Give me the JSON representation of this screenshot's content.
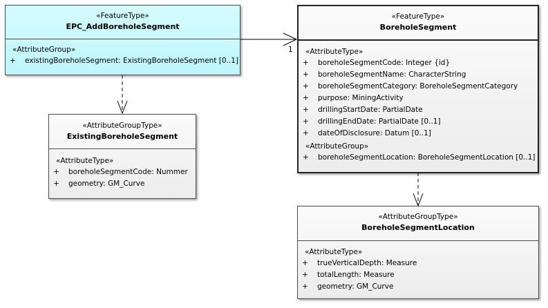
{
  "classes": {
    "epc": {
      "stereotype": "«FeatureType»",
      "name": "EPC_AddBoreholeSegment",
      "sections": [
        {
          "stereotype": "«AttributeGroup»",
          "attributes": [
            {
              "vis": "+",
              "text": "existingBoreholeSegment: ExistingBoreholeSegment [0..1]"
            }
          ]
        }
      ]
    },
    "existing": {
      "stereotype": "«AttributeGroupType»",
      "name": "ExistingBoreholeSegment",
      "sections": [
        {
          "stereotype": "«AttributeType»",
          "attributes": [
            {
              "vis": "+",
              "text": "boreholeSegmentCode: Nummer"
            },
            {
              "vis": "+",
              "text": "geometry: GM_Curve"
            }
          ]
        }
      ]
    },
    "borehole": {
      "stereotype": "«FeatureType»",
      "name": "BoreholeSegment",
      "sections": [
        {
          "stereotype": "«AttributeType»",
          "attributes": [
            {
              "vis": "+",
              "text": "boreholeSegmentCode: Integer {id}"
            },
            {
              "vis": "+",
              "text": "boreholeSegmentName: CharacterString"
            },
            {
              "vis": "+",
              "text": "boreholeSegmentCategory: BoreholeSegmentCategory"
            },
            {
              "vis": "+",
              "text": "purpose: MiningActivity"
            },
            {
              "vis": "+",
              "text": "drillingStartDate: PartialDate"
            },
            {
              "vis": "+",
              "text": "drillingEndDate: PartialDate [0..1]"
            },
            {
              "vis": "+",
              "text": "dateOfDisclosure: Datum [0..1]"
            }
          ]
        },
        {
          "stereotype": "«AttributeGroup»",
          "attributes": [
            {
              "vis": "+",
              "text": "boreholeSegmentLocation: BoreholeSegmentLocation [0..1]"
            }
          ]
        }
      ]
    },
    "location": {
      "stereotype": "«AttributeGroupType»",
      "name": "BoreholeSegmentLocation",
      "sections": [
        {
          "stereotype": "«AttributeType»",
          "attributes": [
            {
              "vis": "+",
              "text": "trueVerticalDepth: Measure"
            },
            {
              "vis": "+",
              "text": "totalLength: Measure"
            },
            {
              "vis": "+",
              "text": "geometry: GM_Curve"
            }
          ]
        }
      ]
    }
  },
  "associations": {
    "epc_to_borehole_multiplicity": "1"
  },
  "colors": {
    "feature_type_fill": "#c8f8fe",
    "group_type_fill": "#f2f2f2",
    "line": "#000000"
  }
}
